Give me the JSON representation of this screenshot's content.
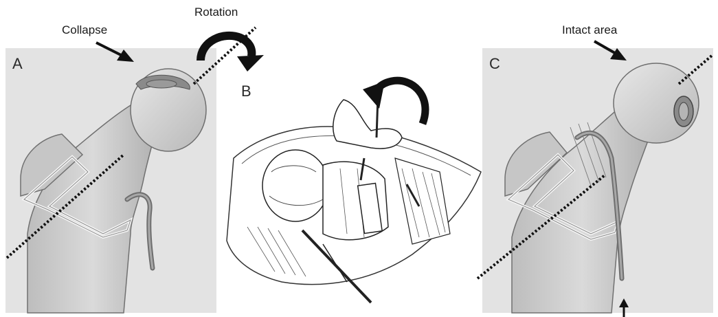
{
  "labels": {
    "collapse": "Collapse",
    "rotation": "Rotation",
    "intact_area": "Intact area"
  },
  "panels": {
    "a": "A",
    "b": "B",
    "c": "C"
  },
  "colors": {
    "panel_bg": "#e4e4e4",
    "bone_fill": "#cfcfcf",
    "bone_stroke": "#6e6e6e",
    "arrow": "#111111",
    "cut_line": "#111111"
  }
}
